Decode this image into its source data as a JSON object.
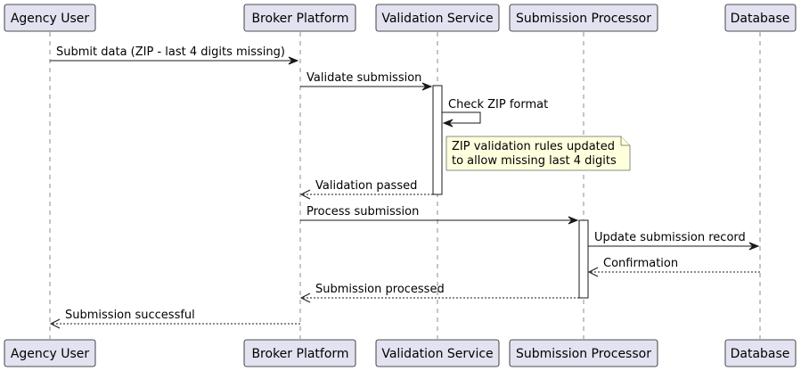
{
  "diagram": {
    "participants": [
      {
        "id": "agency",
        "label": "Agency User"
      },
      {
        "id": "broker",
        "label": "Broker Platform"
      },
      {
        "id": "validation",
        "label": "Validation Service"
      },
      {
        "id": "processor",
        "label": "Submission Processor"
      },
      {
        "id": "database",
        "label": "Database"
      }
    ],
    "messages": [
      {
        "from": "agency",
        "to": "broker",
        "label": "Submit data (ZIP - last 4 digits missing)",
        "style": "solid"
      },
      {
        "from": "broker",
        "to": "validation",
        "label": "Validate submission",
        "style": "solid"
      },
      {
        "from": "validation",
        "to": "validation",
        "label": "Check ZIP format",
        "style": "solid"
      },
      {
        "from": "validation",
        "to": "broker",
        "label": "Validation passed",
        "style": "dashed"
      },
      {
        "from": "broker",
        "to": "processor",
        "label": "Process submission",
        "style": "solid"
      },
      {
        "from": "processor",
        "to": "database",
        "label": "Update submission record",
        "style": "solid"
      },
      {
        "from": "database",
        "to": "processor",
        "label": "Confirmation",
        "style": "dashed"
      },
      {
        "from": "processor",
        "to": "broker",
        "label": "Submission processed",
        "style": "dashed"
      },
      {
        "from": "broker",
        "to": "agency",
        "label": "Submission successful",
        "style": "dashed"
      }
    ],
    "note": {
      "lines": [
        "ZIP validation rules updated",
        "to allow missing last 4 digits"
      ]
    },
    "colors": {
      "participant_fill": "#E2E2F0",
      "note_fill": "#FEFFDD",
      "line": "#181818"
    }
  }
}
